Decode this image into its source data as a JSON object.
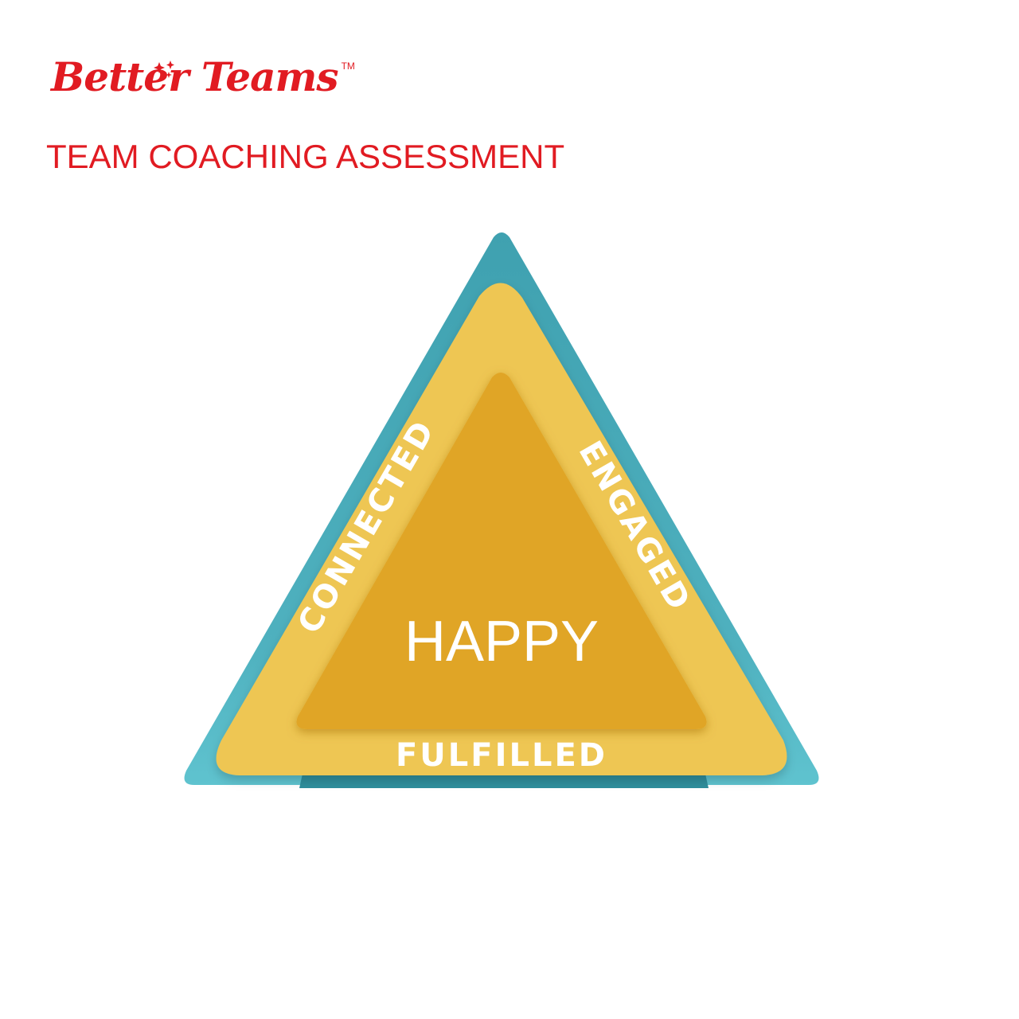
{
  "brand": {
    "name": "Better Teams",
    "trademark": "TM"
  },
  "subtitle": "TEAM COACHING ASSESSMENT",
  "diagram": {
    "center": "HAPPY",
    "sides": {
      "left": "CONNECTED",
      "right": "ENGAGED",
      "bottom": "FULFILLED"
    }
  },
  "colors": {
    "brand_red": "#e11b22",
    "outer_teal": "#47a9b6",
    "middle_yellow": "#eec653",
    "inner_gold": "#e0a528"
  }
}
